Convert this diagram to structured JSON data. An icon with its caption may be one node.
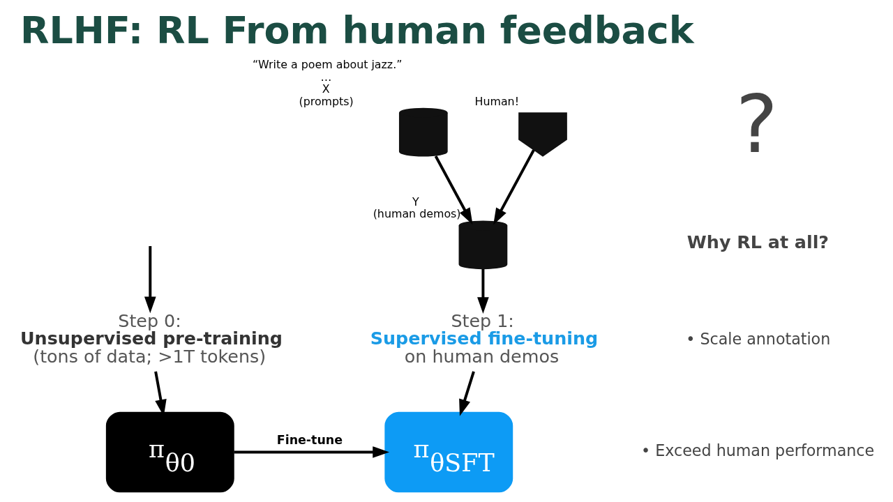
{
  "diagram": {
    "title": "RLHF: RL From human feedback",
    "nodes": [
      {
        "text": [],
        "shape": "cylinder",
        "beside": [
          "“Write a poem about jazz.”",
          "…",
          "X",
          "(prompts)"
        ]
      },
      {
        "text": [],
        "shape": "person",
        "beside": [
          "Human!"
        ]
      },
      {
        "text": [],
        "shape": "cylinder",
        "beside": [
          "Y",
          "(human demos)"
        ]
      },
      {
        "text": [
          "Step 0:",
          "Unsupervised pre-training",
          "(tons of data; >1T tokens)"
        ]
      },
      {
        "text": [
          "Step 1:",
          "Supervised fine-tuning",
          "on human demos"
        ]
      },
      {
        "text": [
          "π$_{θ0}$"
        ]
      },
      {
        "text": [
          "π$_{θSFT}$"
        ]
      }
    ],
    "edges": [
      {
        "from": 0,
        "to": 2,
        "arrow": "to"
      },
      {
        "from": 1,
        "to": 2,
        "arrow": "to"
      },
      {
        "from": null,
        "to": 3,
        "arrow": "to"
      },
      {
        "from": 2,
        "to": 4,
        "arrow": "to"
      },
      {
        "from": 3,
        "to": 5,
        "arrow": "to"
      },
      {
        "from": 4,
        "to": 6,
        "arrow": "to"
      },
      {
        "from": 5,
        "to": 6,
        "arrow": "to",
        "label": "Fine-tune"
      }
    ],
    "labels": [
      "?",
      "Why RL at all?",
      "• Scale annotation",
      "• Exceed human performance"
    ]
  }
}
